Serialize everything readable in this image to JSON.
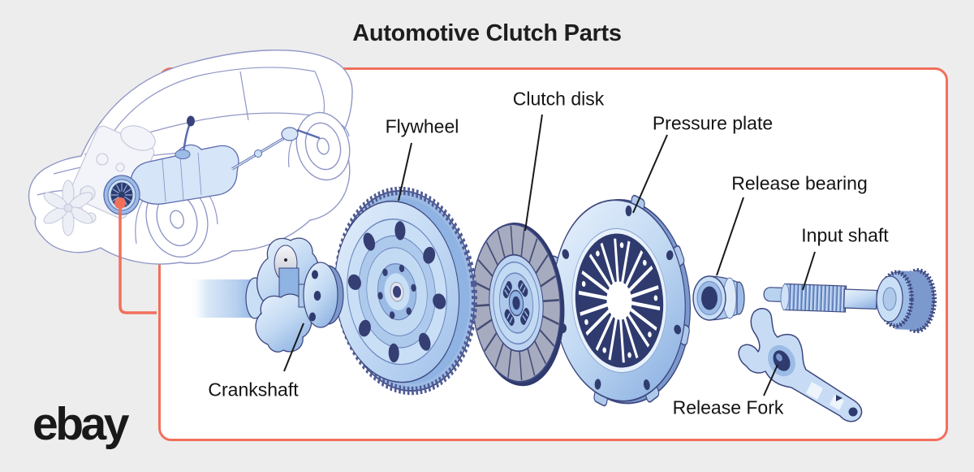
{
  "title": "Automotive Clutch Parts",
  "brand": {
    "logo_text": "ebay"
  },
  "labels": {
    "flywheel": "Flywheel",
    "clutch_disk": "Clutch disk",
    "pressure_plate": "Pressure plate",
    "release_bearing": "Release bearing",
    "input_shaft": "Input shaft",
    "crankshaft": "Crankshaft",
    "release_fork": "Release Fork"
  },
  "colors": {
    "accent_orange": "#F1705C",
    "page_background": "#EDEDED",
    "panel_background": "#FFFFFF",
    "part_blue_light": "#C9DFF6",
    "part_blue_mid": "#8FB3E2",
    "part_navy": "#2F3B6E",
    "friction_gray": "#A6ABBF",
    "text": "#141414"
  }
}
